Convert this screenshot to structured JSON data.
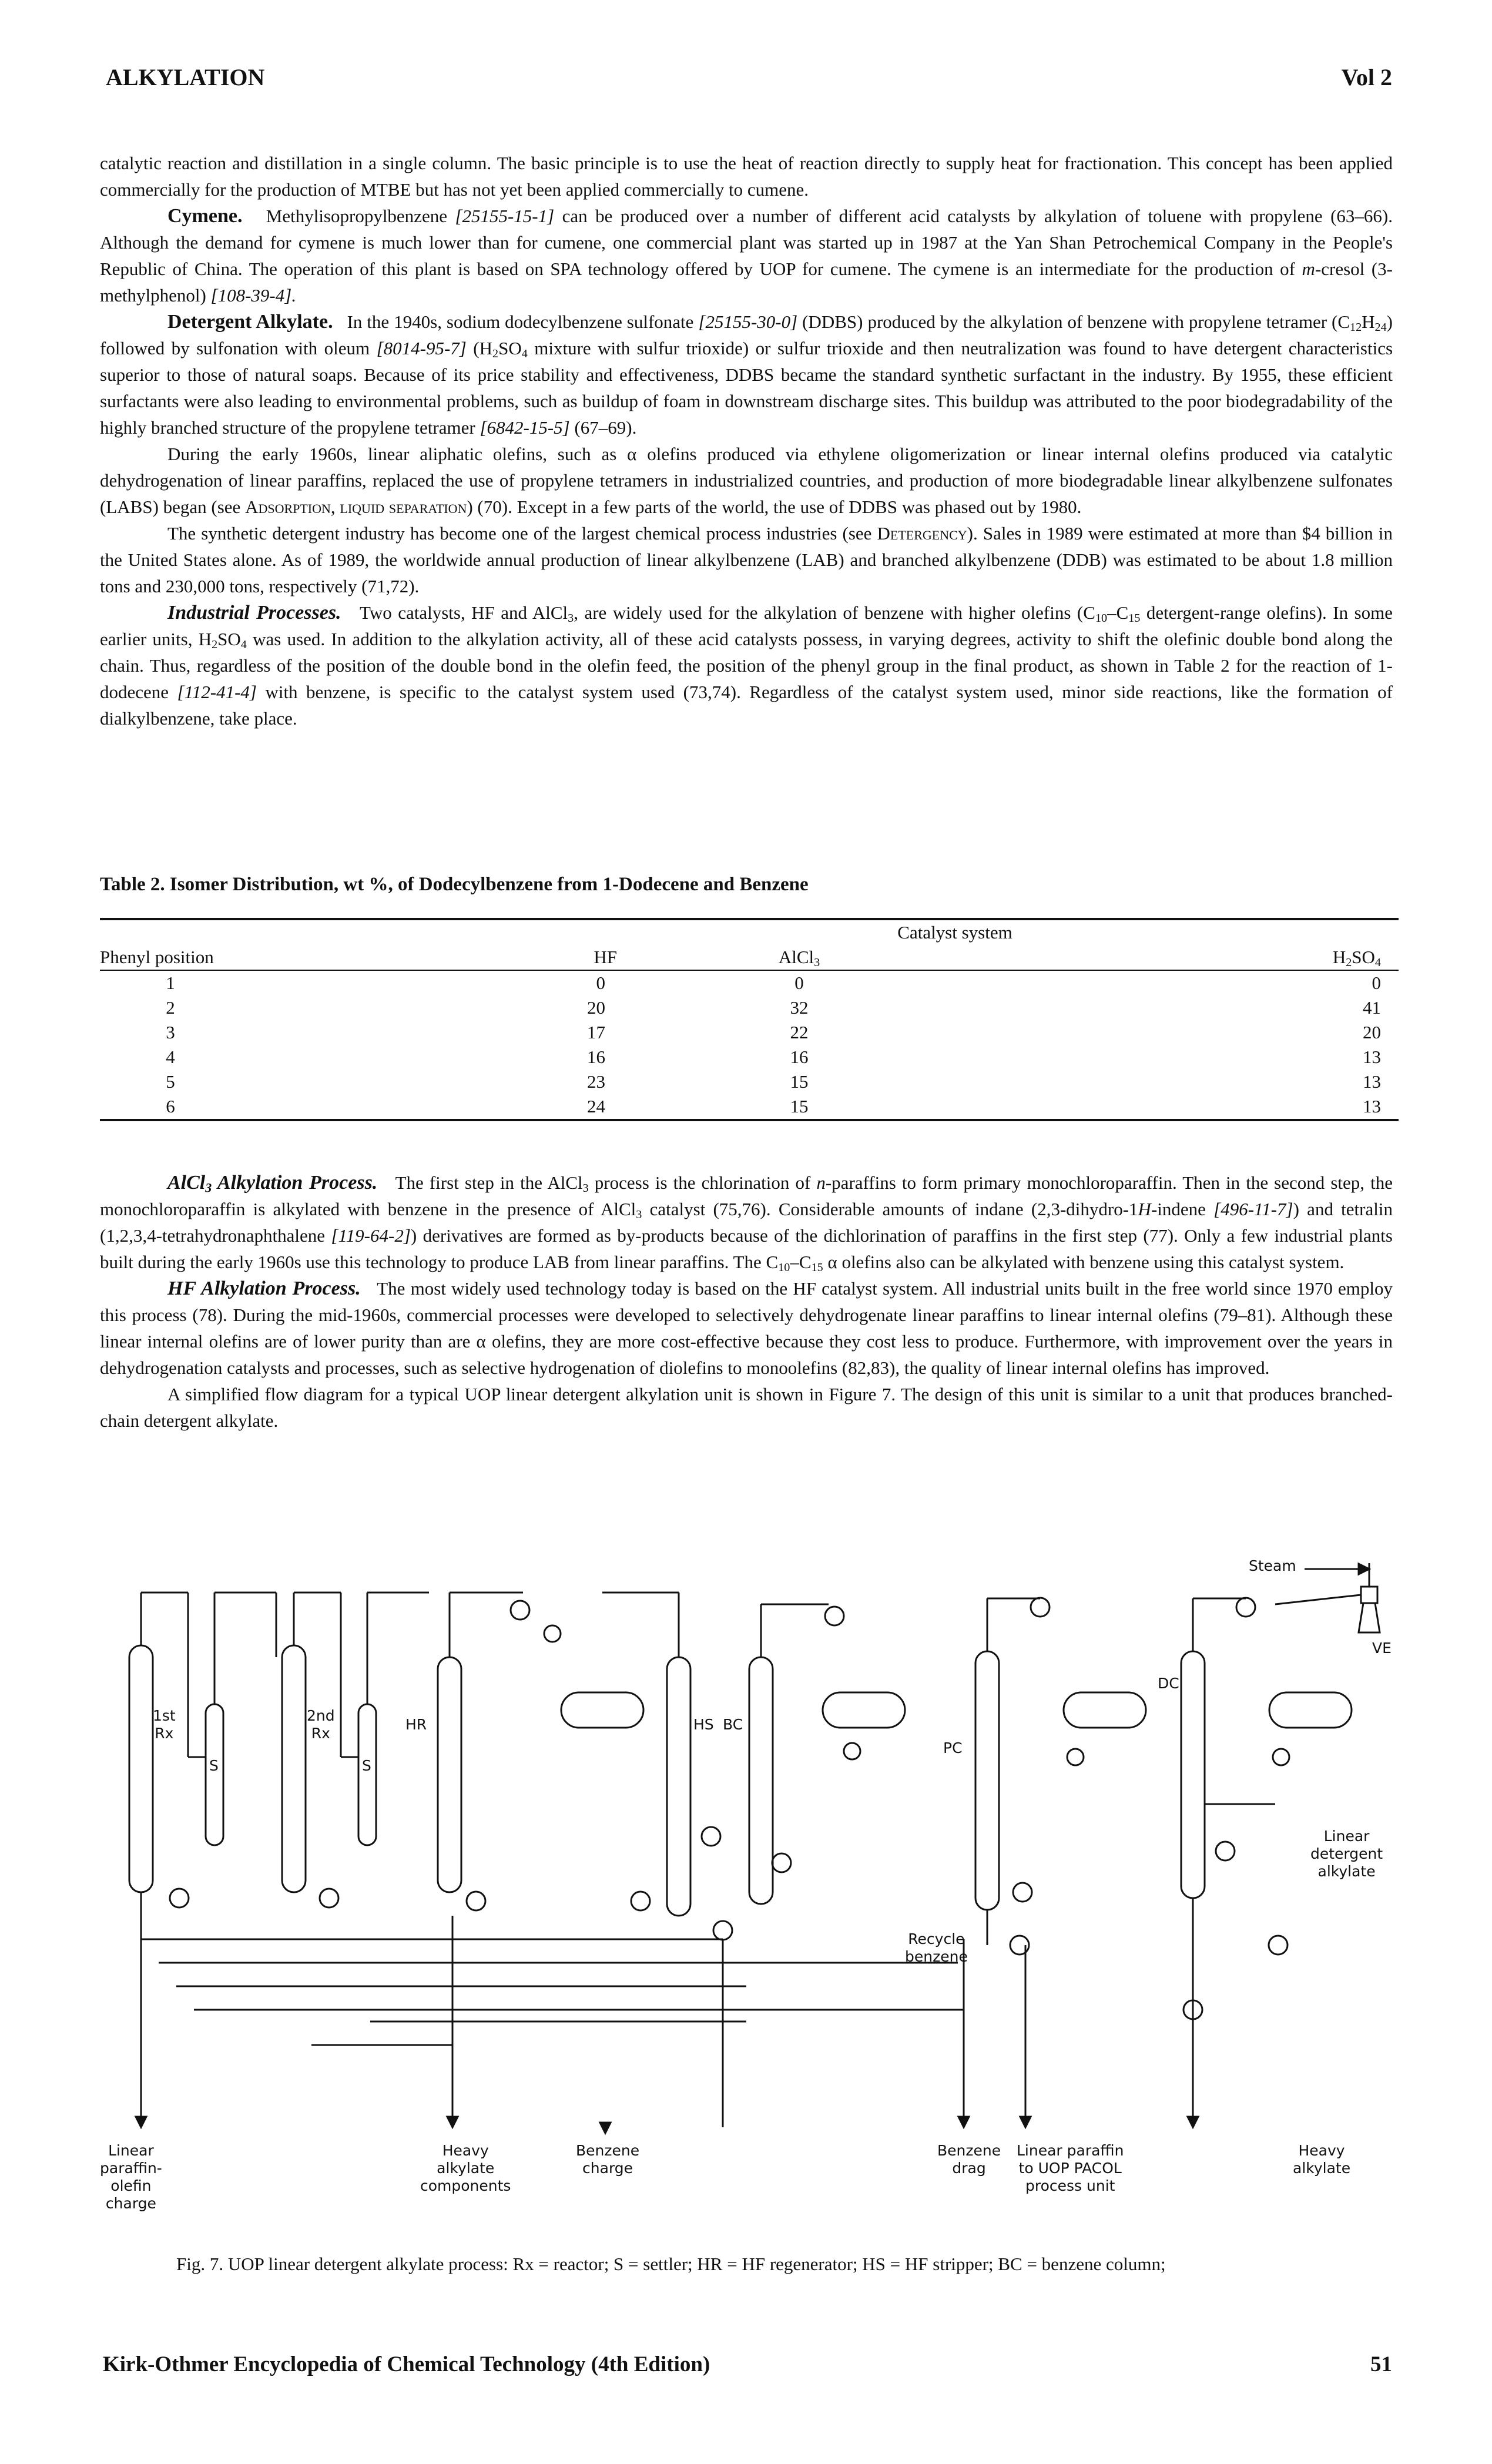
{
  "header": {
    "title": "ALKYLATION",
    "volume": "Vol 2"
  },
  "paragraphs": {
    "p0": "catalytic reaction and distillation in a single column. The basic principle is to use the heat of reaction directly to supply heat for fractionation. This concept has been applied commercially for the production of MTBE but has not yet been applied commercially to cumene.",
    "cymene_head": "Cymene.",
    "cymene_a": "Methylisopropylbenzene ",
    "cymene_cas": "[25155-15-1]",
    "cymene_b": " can be produced over a number of different acid catalysts by alkylation of toluene with propylene (63–66). Although the demand for cymene is much lower than for cumene, one commercial plant was started up in 1987 at the Yan Shan Petrochemical Company in the People's Republic of China. The operation of this plant is based on SPA technology offered by UOP for cumene. The cymene is an intermediate for the production of ",
    "cymene_m": "m",
    "cymene_c": "-cresol (3-methylphenol) ",
    "cymene_cas2": "[108-39-4].",
    "det_head": "Detergent Alkylate.",
    "det_a": "In the 1940s, sodium dodecylbenzene sulfonate ",
    "det_cas1": "[25155-30-0]",
    "det_b": " (DDBS) produced by the alkylation of benzene with propylene tetramer (C",
    "det_sub1": "12",
    "det_c": "H",
    "det_sub2": "24",
    "det_d": ") followed by sulfonation with oleum ",
    "det_cas2": "[8014-95-7]",
    "det_e": " (H",
    "det_sub3": "2",
    "det_f": "SO",
    "det_sub4": "4",
    "det_g": " mixture with sulfur trioxide) or sulfur trioxide and then neutralization was found to have detergent characteristics superior to those of natural soaps. Because of its price stability and effectiveness, DDBS became the standard synthetic surfactant in the industry. By 1955, these efficient surfactants were also leading to environmental problems, such as buildup of foam in downstream discharge sites. This buildup was attributed to the poor biodegradability of the highly branched structure of the  propylene tetramer ",
    "det_cas3": "[6842-15-5]",
    "det_h": " (67–69).",
    "p3_a": "During the early 1960s, linear aliphatic olefins, such as α olefins produced via ethylene oligomerization or linear internal olefins produced via catalytic dehydrogenation of linear paraffins, replaced the use of propylene tetramers in industrialized countries, and production of more biodegradable linear alkylbenzene sulfonates (LABS) began (see ",
    "p3_sc": "Adsorption, liquid separation",
    "p3_b": ") (70). Except in a few parts of the world, the use of DDBS was phased out by 1980.",
    "p4_a": "The synthetic detergent industry has become one of the largest chemical process industries (see  ",
    "p4_sc": "Detergency",
    "p4_b": "). Sales in 1989 were estimated at more than $4 billion in the United States alone. As of 1989, the worldwide annual production of linear alkylbenzene (LAB) and branched alkylbenzene (DDB) was estimated to be about 1.8 million tons and 230,000 tons, respectively (71,72).",
    "ind_head": "Industrial Processes.",
    "ind_a": "Two catalysts, HF and AlCl",
    "ind_sub1": "3",
    "ind_b": ", are widely used for the alkylation of benzene with higher olefins (C",
    "ind_sub2": "10",
    "ind_c": "–C",
    "ind_sub3": "15",
    "ind_d": " detergent-range olefins). In some earlier units, H",
    "ind_sub4": "2",
    "ind_e": "SO",
    "ind_sub5": "4",
    "ind_f": " was used. In addition to the alkylation activity, all of these acid catalysts possess, in varying degrees, activity to shift the olefinic double bond along the chain. Thus, regardless of the position of the double bond in the olefin feed, the position of the phenyl group in the final product, as shown in Table 2 for the reaction of 1-dodecene ",
    "ind_cas": "[112-41-4]",
    "ind_g": " with benzene, is specific to the catalyst system used  (73,74). Regardless of the catalyst system used, minor side reactions, like the formation of  dialkylbenzene, take place.",
    "alc_head_a": "AlCl",
    "alc_head_sub": "3",
    "alc_head_b": " Alkylation Process.",
    "alc_a": "The first step in the AlCl",
    "alc_sub1": "3",
    "alc_b": " process is the chlorination of ",
    "alc_n": "n",
    "alc_c": "-paraffins to form primary monochloroparaffin. Then in the second step, the monochloroparaffin is alkylated with benzene in the presence of AlCl",
    "alc_sub2": "3",
    "alc_d": " catalyst (75,76). Considerable amounts of indane (2,3-dihydro-1",
    "alc_H": "H",
    "alc_e": "-indene ",
    "alc_cas1": "[496-11-7]",
    "alc_f": ") and tetralin (1,2,3,4-tetrahydronaphthalene ",
    "alc_cas2": "[119-64-2]",
    "alc_g": ") derivatives are formed as by-products because of the dichlorination of paraffins in the first step (77). Only a few industrial plants built during the early 1960s use this technology to produce LAB from linear paraffins. The C",
    "alc_sub3": "10",
    "alc_h": "–C",
    "alc_sub4": "15",
    "alc_i": " α olefins also can be alkylated with benzene using this catalyst system.",
    "hf_head": "HF Alkylation Process.",
    "hf_a": "The most widely used technology today is based on the  HF catalyst system. All industrial units built in the free world since 1970 employ this process  (78). During the mid-1960s, commercial processes were developed to selectively dehydrogenate linear paraffins to linear internal olefins (79–81). Although these linear internal olefins are of lower purity than are α olefins, they are more cost-effective because they cost less to produce. Furthermore, with improvement over the years in dehydrogenation catalysts and processes, such as selective hydrogenation of diolefins to monoolefins (82,83), the quality of linear internal olefins has improved.",
    "p9": "A simplified flow diagram for a typical UOP linear detergent alkylation unit is shown in Figure 7. The design of this unit is similar to a unit that produces branched-chain detergent alkylate."
  },
  "table": {
    "title": "Table 2. Isomer Distribution, wt %, of Dodecylbenzene from 1-Dodecene and Benzene",
    "group_header": "Catalyst system",
    "col_phenyl": "Phenyl position",
    "col_hf": "HF",
    "col_alcl3": "AlCl",
    "col_alcl3_sub": "3",
    "col_h2so4_a": "H",
    "col_h2so4_sub1": "2",
    "col_h2so4_b": "SO",
    "col_h2so4_sub2": "4",
    "rows": [
      {
        "pos": "1",
        "hf": "0",
        "alcl3": "0",
        "h2so4": "0"
      },
      {
        "pos": "2",
        "hf": "20",
        "alcl3": "32",
        "h2so4": "41"
      },
      {
        "pos": "3",
        "hf": "17",
        "alcl3": "22",
        "h2so4": "20"
      },
      {
        "pos": "4",
        "hf": "16",
        "alcl3": "16",
        "h2so4": "13"
      },
      {
        "pos": "5",
        "hf": "23",
        "alcl3": "15",
        "h2so4": "13"
      },
      {
        "pos": "6",
        "hf": "24",
        "alcl3": "15",
        "h2so4": "13"
      }
    ]
  },
  "figure": {
    "labels": {
      "steam": "Steam",
      "ve": "VE",
      "rx1": "1st\nRx",
      "s1": "S",
      "rx2": "2nd\nRx",
      "s2": "S",
      "hr": "HR",
      "hs": "HS",
      "bc": "BC",
      "pc": "PC",
      "dc": "DC",
      "linear_detergent": "Linear\ndetergent\nalkylate",
      "recycle_benzene": "Recycle\nbenzene",
      "out_feed": "Linear\nparaffin-\nolefin\ncharge",
      "out_heavy_comp": "Heavy\nalkylate\ncomponents",
      "out_benzene_charge": "Benzene\ncharge",
      "out_benzene_drag": "Benzene\ndrag",
      "out_pacol": "Linear paraffin\nto UOP PACOL\nprocess unit",
      "out_heavy": "Heavy\nalkylate"
    },
    "caption": "Fig. 7. UOP linear detergent alkylate process: Rx = reactor; S = settler; HR = HF regenerator; HS = HF stripper; BC = benzene column;"
  },
  "footer": {
    "source": "Kirk-Othmer Encyclopedia of Chemical Technology (4th Edition)",
    "page": "51"
  }
}
